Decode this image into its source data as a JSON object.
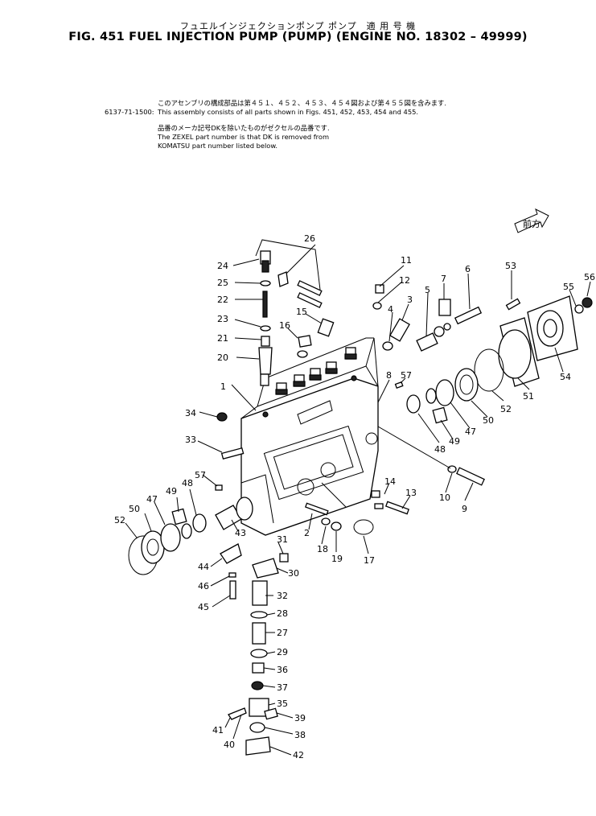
{
  "header": {
    "title_jp": "フュエルインジェクションポンプ ポンプ　適 用 号 機",
    "title_en": "FIG. 451  FUEL INJECTION PUMP (PUMP) (ENGINE NO. 18302 – 49999)"
  },
  "notes": {
    "line1_jp": "このアセンブリの構成部品は第４５１、４５２、４５３、４５４図および第４５５図を含みます.",
    "part_no": "6137-71-1500:",
    "line1_en": "This assembly consists of all parts shown in Figs. 451, 452, 453, 454 and 455.",
    "line2_jp": "品番のメーカ記号DKを除いたものがゼクセルの品番です.",
    "line2_en": "The ZEXEL part number is that DK is removed from",
    "line3_en": "KOMATSU part number listed below."
  },
  "direction_mark": "前方",
  "callouts": [
    "1",
    "2",
    "3",
    "4",
    "5",
    "6",
    "7",
    "8",
    "9",
    "10",
    "11",
    "12",
    "13",
    "14",
    "15",
    "16",
    "17",
    "18",
    "19",
    "20",
    "21",
    "22",
    "23",
    "24",
    "25",
    "26",
    "27",
    "28",
    "29",
    "30",
    "31",
    "32",
    "33",
    "34",
    "35",
    "36",
    "37",
    "38",
    "39",
    "40",
    "41",
    "42",
    "43",
    "44",
    "45",
    "46",
    "47",
    "48",
    "49",
    "50",
    "51",
    "52",
    "53",
    "54",
    "55",
    "56",
    "57",
    "57",
    "47",
    "48",
    "49",
    "50",
    "52"
  ]
}
